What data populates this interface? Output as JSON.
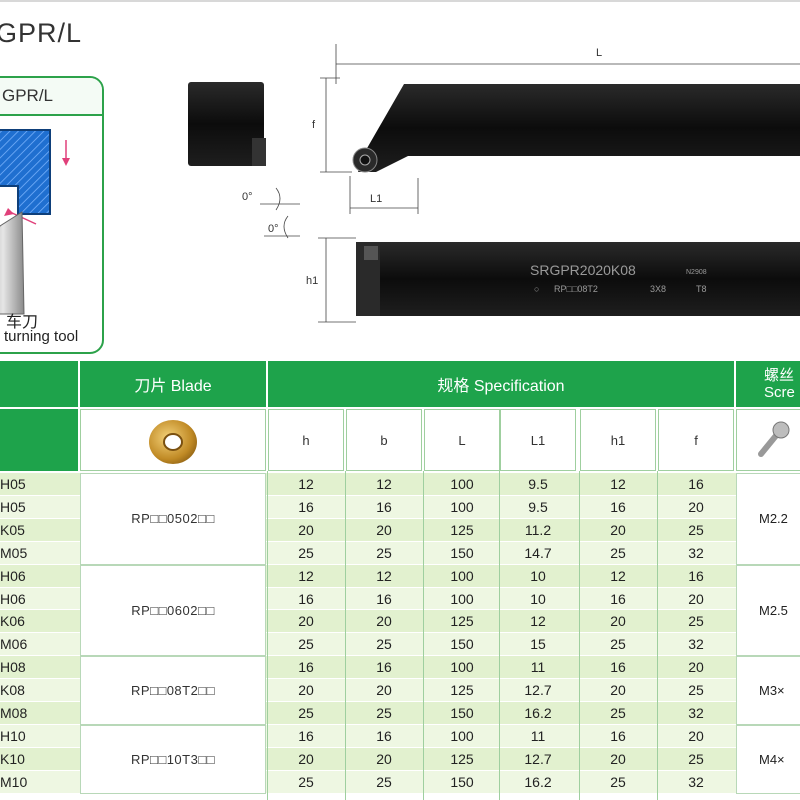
{
  "header": {
    "title": "GPR/L"
  },
  "card": {
    "title": "GPR/L",
    "label_cn": "车刀",
    "label_en": "turning tool"
  },
  "drawing": {
    "dim_L": "L",
    "dim_f": "f",
    "dim_L1": "L1",
    "dim_h1": "h1",
    "angle1": "0°",
    "angle2": "0°",
    "holder_marking": "SRGPR2020K08",
    "marking_insert": "RP□□08T2",
    "marking_screw": "3X8",
    "marking_torx": "T8",
    "marking_small": "N2908"
  },
  "table": {
    "header_blade": "刀片 Blade",
    "header_spec": "规格 Specification",
    "header_screw": "螺丝 Scre",
    "spec_columns": [
      "h",
      "b",
      "L",
      "L1",
      "h1",
      "f"
    ],
    "rows": [
      {
        "model": "H05",
        "h": "12",
        "b": "12",
        "L": "100",
        "L1": "9.5",
        "h1": "12",
        "f": "16"
      },
      {
        "model": "H05",
        "h": "16",
        "b": "16",
        "L": "100",
        "L1": "9.5",
        "h1": "16",
        "f": "20"
      },
      {
        "model": "K05",
        "h": "20",
        "b": "20",
        "L": "125",
        "L1": "11.2",
        "h1": "20",
        "f": "25"
      },
      {
        "model": "M05",
        "h": "25",
        "b": "25",
        "L": "150",
        "L1": "14.7",
        "h1": "25",
        "f": "32"
      },
      {
        "model": "H06",
        "h": "12",
        "b": "12",
        "L": "100",
        "L1": "10",
        "h1": "12",
        "f": "16"
      },
      {
        "model": "H06",
        "h": "16",
        "b": "16",
        "L": "100",
        "L1": "10",
        "h1": "16",
        "f": "20"
      },
      {
        "model": "K06",
        "h": "20",
        "b": "20",
        "L": "125",
        "L1": "12",
        "h1": "20",
        "f": "25"
      },
      {
        "model": "M06",
        "h": "25",
        "b": "25",
        "L": "150",
        "L1": "15",
        "h1": "25",
        "f": "32"
      },
      {
        "model": "H08",
        "h": "16",
        "b": "16",
        "L": "100",
        "L1": "11",
        "h1": "16",
        "f": "20"
      },
      {
        "model": "K08",
        "h": "20",
        "b": "20",
        "L": "125",
        "L1": "12.7",
        "h1": "20",
        "f": "25"
      },
      {
        "model": "M08",
        "h": "25",
        "b": "25",
        "L": "150",
        "L1": "16.2",
        "h1": "25",
        "f": "32"
      },
      {
        "model": "H10",
        "h": "16",
        "b": "16",
        "L": "100",
        "L1": "11",
        "h1": "16",
        "f": "20"
      },
      {
        "model": "K10",
        "h": "20",
        "b": "20",
        "L": "125",
        "L1": "12.7",
        "h1": "20",
        "f": "25"
      },
      {
        "model": "M10",
        "h": "25",
        "b": "25",
        "L": "150",
        "L1": "16.2",
        "h1": "25",
        "f": "32"
      }
    ],
    "blade_groups": [
      "RP□□0502□□",
      "RP□□0602□□",
      "RP□□08T2□□",
      "RP□□10T3□□"
    ],
    "screw_groups": [
      "M2.2",
      "M2.5",
      "M3×",
      "M4×"
    ]
  },
  "colors": {
    "green": "#1ea34b",
    "row_light": "#e2f1cf",
    "row_lighter": "#eef7e2",
    "tool_black": "#121212"
  }
}
